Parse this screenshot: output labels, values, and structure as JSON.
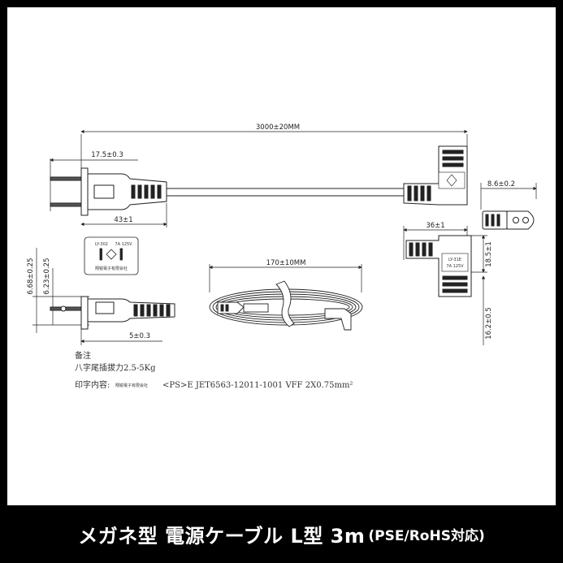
{
  "dimensions": {
    "total_length": "3000±20MM",
    "plug_prong_length": "17.5±0.3",
    "plug_body_length": "43±1",
    "connector_width": "8.6±0.2",
    "connector_length": "36±1",
    "connector_height_a": "18.5±1",
    "connector_height_b": "16.2±0.5",
    "coil_length": "170±10MM",
    "prong_offset_a": "6.68±0.25",
    "prong_offset_b": "6.23±0.25",
    "prong_tip": "5±0.3"
  },
  "plug_face": {
    "model": "LY-302",
    "rating": "7A 125V",
    "maker": "翔锐電子有限会社"
  },
  "connector_label": {
    "model": "LY-31E",
    "rating": "7A 125V"
  },
  "notes": {
    "heading": "备注",
    "line1": "八字尾插拔力2.5-5Kg",
    "print_label": "印字内容:",
    "print_maker": "翔锐電子有限会社",
    "print_code": "<PS>E  JET6563-12011-1001   VFF   2X0.75mm²"
  },
  "banner": {
    "title": "メガネ型 電源ケーブル L型 3m",
    "subtitle": "(PSE/RoHS対応)"
  },
  "colors": {
    "frame": "#000000",
    "line": "#222222",
    "banner_bg": "#000000",
    "banner_text": "#ffffff"
  }
}
